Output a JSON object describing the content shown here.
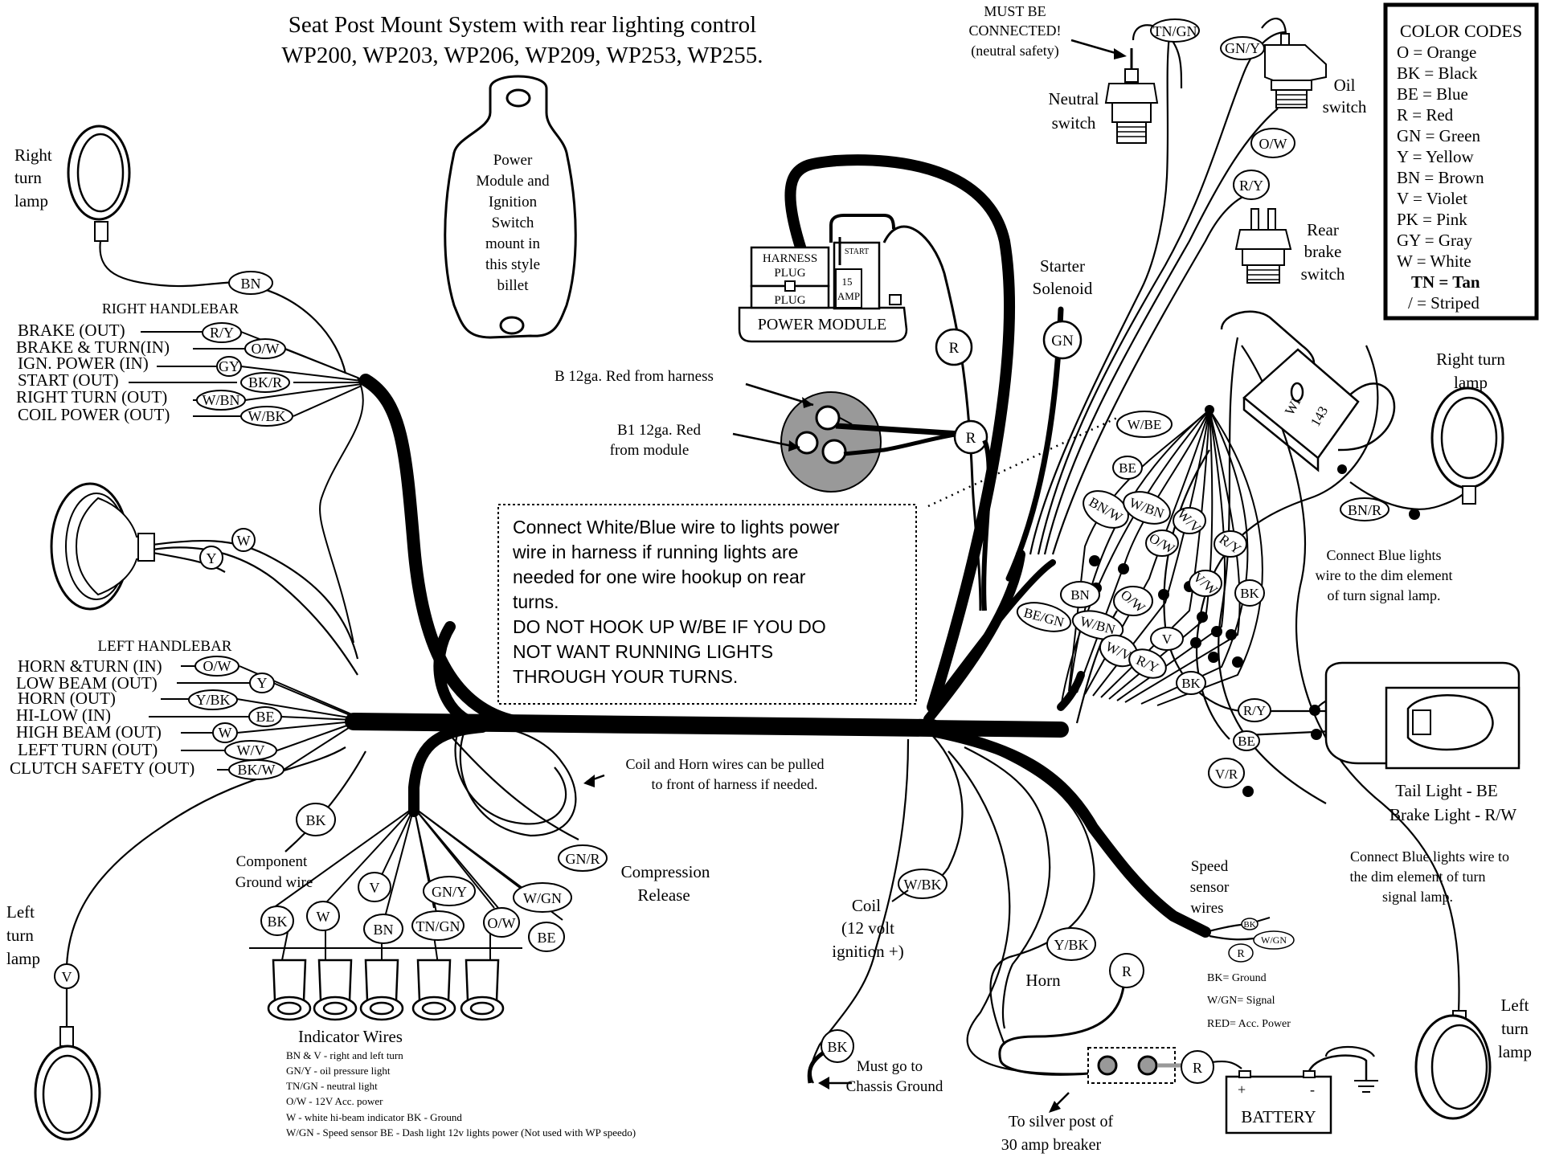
{
  "title": {
    "line1": "Seat Post Mount System with rear lighting control",
    "line2": "WP200, WP203, WP206, WP209, WP253, WP255."
  },
  "color_codes": {
    "heading": "COLOR CODES",
    "entries": [
      "O = Orange",
      "BK = Black",
      "BE = Blue",
      "R = Red",
      "GN = Green",
      "Y = Yellow",
      "BN = Brown",
      "V = Violet",
      "PK = Pink",
      "GY = Gray",
      "W = White",
      "TN = Tan",
      "/ = Striped"
    ]
  },
  "mount_billet": [
    "Power",
    "Module and",
    "Ignition",
    "Switch",
    "mount in",
    "this style",
    "billet"
  ],
  "power_module": {
    "label": "POWER MODULE",
    "harness_plug": [
      "HARNESS",
      "PLUG"
    ],
    "plug": "PLUG",
    "fuse": [
      "15",
      "AMP"
    ],
    "start": "START"
  },
  "switch_labels": {
    "must_connect": [
      "MUST BE",
      "CONNECTED!",
      "(neutral safety)"
    ],
    "neutral": [
      "Neutral",
      "switch"
    ],
    "oil": [
      "Oil",
      "switch"
    ],
    "brake": [
      "Rear",
      "brake",
      "switch"
    ],
    "starter": [
      "Starter",
      "Solenoid"
    ]
  },
  "right_handlebar": {
    "title": "RIGHT HANDLEBAR",
    "lines": [
      "BRAKE (OUT)",
      "BRAKE & TURN(IN)",
      "IGN. POWER (IN)",
      "START (OUT)",
      "RIGHT TURN (OUT)",
      "COIL POWER (OUT)"
    ],
    "tags": [
      "R/Y",
      "O/W",
      "GY",
      "BK/R",
      "W/BN",
      "W/BK"
    ]
  },
  "left_handlebar": {
    "title": "LEFT HANDLEBAR",
    "lines": [
      "HORN &TURN (IN)",
      "LOW BEAM (OUT)",
      "HORN (OUT)",
      "HI-LOW (IN)",
      "HIGH BEAM (OUT)",
      "LEFT TURN (OUT)",
      "CLUTCH SAFETY (OUT)"
    ],
    "tags": [
      "O/W",
      "Y",
      "Y/BK",
      "BE",
      "W",
      "W/V",
      "BK/W"
    ]
  },
  "lamps": {
    "right_turn_left": [
      "Right",
      "turn",
      "lamp"
    ],
    "left_turn_left": [
      "Left",
      "turn",
      "lamp"
    ],
    "right_turn_right": [
      "Right  turn",
      "lamp"
    ],
    "left_turn_right": [
      "Left",
      "turn",
      "lamp"
    ]
  },
  "module_wires": {
    "b": "B   12ga. Red from harness",
    "b1": [
      "B1 12ga. Red",
      "from module"
    ]
  },
  "note_box": [
    "Connect White/Blue wire to lights power",
    "wire in harness if running lights are",
    "needed for one wire hookup on rear",
    "turns.",
    "DO NOT HOOK UP W/BE IF YOU DO",
    "NOT WANT RUNNING LIGHTS",
    "THROUGH YOUR TURNS."
  ],
  "coil_horn_note": [
    "Coil and Horn wires can be pulled",
    "to front of harness if needed."
  ],
  "compression": [
    "Compression",
    "Release"
  ],
  "component_ground": [
    "Component",
    "Ground wire"
  ],
  "indicator": {
    "title": "Indicator Wires",
    "legend": [
      "BN & V - right and left turn",
      "GN/Y - oil pressure light",
      "TN/GN - neutral light",
      "O/W - 12V Acc.  power",
      "W - white hi-beam indicator  BK - Ground",
      "W/GN - Speed sensor     BE - Dash light 12v lights power  (Not used with WP speedo)"
    ]
  },
  "coil_label": [
    "Coil",
    "(12 volt",
    "ignition +)"
  ],
  "horn_label": "Horn",
  "ground_label": [
    "Must go to",
    "Chassis Ground"
  ],
  "breaker_label": [
    "To silver post of",
    "30 amp breaker"
  ],
  "battery": {
    "label": "BATTERY",
    "plus": "+",
    "minus": "-"
  },
  "speed_sensor": {
    "title": [
      "Speed",
      "sensor",
      "wires"
    ],
    "legend": [
      "BK= Ground",
      "W/GN= Signal",
      "RED= Acc. Power"
    ]
  },
  "rear_blue_note": [
    "Connect Blue lights",
    "wire to the dim element",
    "of turn signal lamp."
  ],
  "tail_light": [
    "Tail Light - BE",
    "Brake Light - R/W"
  ],
  "left_blue_note": [
    "Connect Blue lights wire to",
    "the dim element of turn",
    "signal lamp."
  ],
  "wp143": [
    "WP-",
    "143"
  ],
  "wire_tags": {
    "bn_top": "BN",
    "w_head": "W",
    "y_head": "Y",
    "v_left": "V",
    "bk_comp": "BK",
    "ind_bk": "BK",
    "ind_w": "W",
    "ind_v": "V",
    "ind_bn": "BN",
    "ind_gny": "GN/Y",
    "ind_tngn": "TN/GN",
    "ind_ow": "O/W",
    "ind_wgn": "W/GN",
    "ind_be": "BE",
    "gnr": "GN/R",
    "tngn_top": "TN/GN",
    "gny_top": "GN/Y",
    "ow_top": "O/W",
    "ry_top": "R/Y",
    "gn_starter": "GN",
    "r_module": "R",
    "r_b": "R",
    "wbe": "W/BE",
    "be_r": "BE",
    "bnw": "BN/W",
    "wbn_r": "W/BN",
    "wv_r1": "W/V",
    "ow_r1": "O/W",
    "ry_r1": "R/Y",
    "vw_r": "V/W",
    "bk_r1": "BK",
    "bn_r": "BN",
    "ow_r2": "O/W",
    "begn": "BE/GN",
    "wbn_r2": "W/BN",
    "wv_r2": "W/V",
    "v_r": "V",
    "ry_r2": "R/Y",
    "bk_r2": "BK",
    "bnr": "BN/R",
    "ry_tail": "R/Y",
    "be_tail": "BE",
    "vr": "V/R",
    "wbk_coil": "W/BK",
    "ybk": "Y/BK",
    "r_bat": "R",
    "r_breaker": "R",
    "bk_gnd": "BK",
    "spd_bk": "BK",
    "spd_wgn": "W/GN",
    "spd_r": "R"
  }
}
